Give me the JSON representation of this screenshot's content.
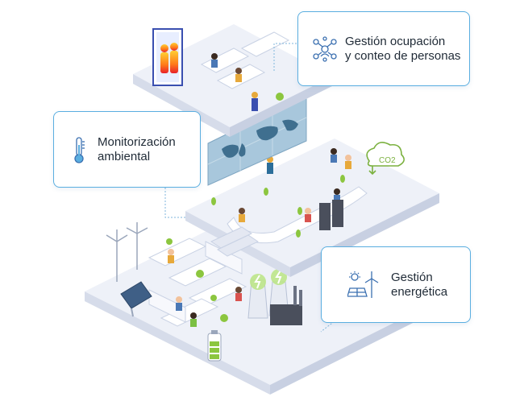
{
  "callouts": {
    "occupancy": {
      "label": "Gestión ocupación\ny conteo de personas",
      "icon": "people-network-icon"
    },
    "environment": {
      "label": "Monitorización\nambiental",
      "icon": "thermometer-icon"
    },
    "energy": {
      "label": "Gestión\nenergética",
      "icon": "sun-wind-solar-icon"
    }
  },
  "scene": {
    "co2_label": "CO2",
    "colors": {
      "floor": "#eef1f8",
      "floor_side": "#d6dcea",
      "accent": "#5aaee0",
      "leaf": "#8cc63f",
      "screen": "#a8c7dc",
      "screen_dark": "#3f6f8f"
    }
  }
}
